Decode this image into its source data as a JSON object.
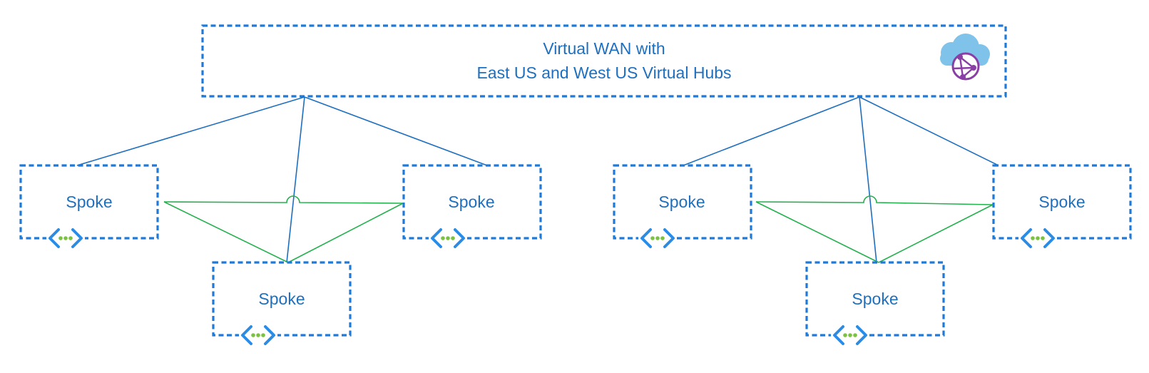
{
  "hub": {
    "title_line1": "Virtual WAN with",
    "title_line2": "East US and West US Virtual Hubs",
    "icon": "virtual-wan-cloud-icon"
  },
  "spokes": {
    "label": "Spoke",
    "icon": "virtual-network-icon"
  },
  "colors": {
    "box_border": "#1e7ad6",
    "text": "#1e6fbf",
    "hub_link": "#1e6fbf",
    "spoke_mesh": "#22b14c",
    "vnet_bracket": "#2b8ce6",
    "vnet_dots": "#7cc242",
    "cloud_fill": "#7fc3ea",
    "globe": "#8a3fa6"
  }
}
